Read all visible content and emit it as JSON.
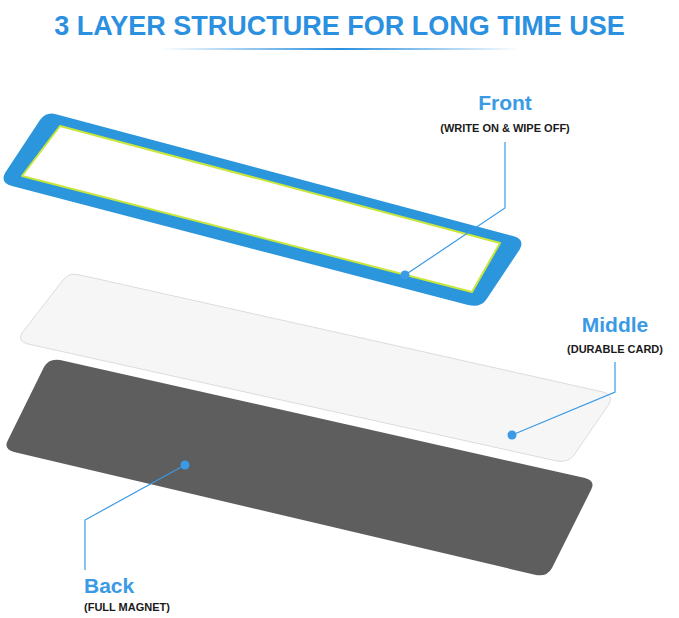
{
  "diagram": {
    "title": "3 LAYER STRUCTURE FOR LONG TIME USE",
    "labels": [
      "Front",
      "(WRITE ON & WIPE OFF)",
      "Middle",
      "(DURABLE CARD)",
      "Back",
      "(FULL MAGNET)"
    ]
  }
}
